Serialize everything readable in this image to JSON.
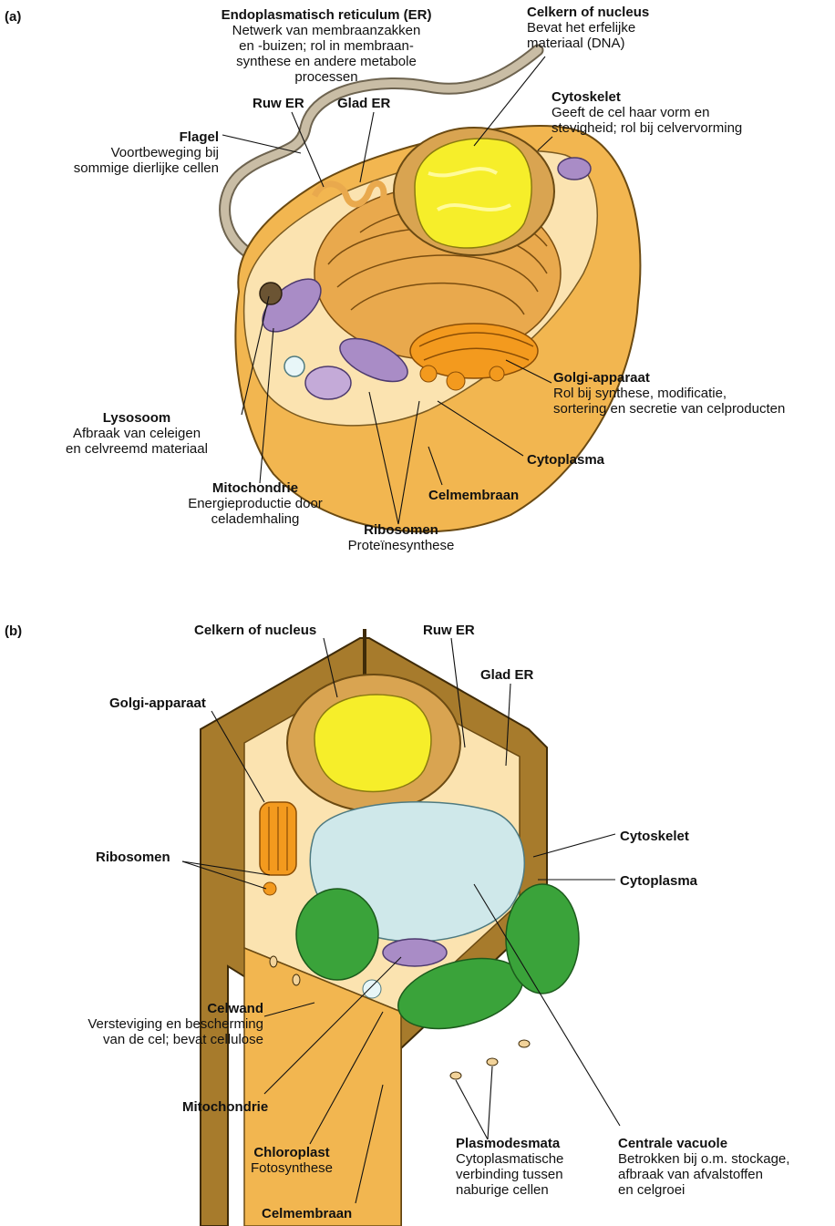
{
  "panel_a": {
    "tag": "(a)",
    "labels": {
      "er_title": "Endoplasmatisch reticulum (ER)",
      "er_desc": [
        "Netwerk van membraanzakken",
        "en -buizen; rol in membraan-",
        "synthese en andere metabole",
        "processen"
      ],
      "nucleus_title": "Celkern of nucleus",
      "nucleus_desc": [
        "Bevat het erfelijke",
        "materiaal (DNA)"
      ],
      "ruw_er": "Ruw ER",
      "glad_er": "Glad ER",
      "cytoskelet_title": "Cytoskelet",
      "cytoskelet_desc": [
        "Geeft de cel haar vorm en",
        "stevigheid; rol bij celvervorming"
      ],
      "flagel_title": "Flagel",
      "flagel_desc": [
        "Voortbeweging bij",
        "sommige dierlijke cellen"
      ],
      "golgi_title": "Golgi-apparaat",
      "golgi_desc": [
        "Rol bij synthese, modificatie,",
        "sortering en secretie van celproducten"
      ],
      "lysosoom_title": "Lysosoom",
      "lysosoom_desc": [
        "Afbraak van celeigen",
        "en celvreemd materiaal"
      ],
      "cytoplasma": "Cytoplasma",
      "mito_title": "Mitochondrie",
      "mito_desc": [
        "Energieproductie door",
        "celademhaling"
      ],
      "celmembraan": "Celmembraan",
      "ribo_title": "Ribosomen",
      "ribo_desc": "Proteïnesynthese"
    }
  },
  "panel_b": {
    "tag": "(b)",
    "labels": {
      "nucleus": "Celkern of nucleus",
      "ruw_er": "Ruw ER",
      "glad_er": "Glad ER",
      "golgi": "Golgi-apparaat",
      "cytoskelet": "Cytoskelet",
      "ribosomen": "Ribosomen",
      "cytoplasma": "Cytoplasma",
      "celwand_title": "Celwand",
      "celwand_desc": [
        "Versteviging en bescherming",
        "van de cel; bevat cellulose"
      ],
      "mito": "Mitochondrie",
      "chloro_title": "Chloroplast",
      "chloro_desc": "Fotosynthese",
      "plasmo_title": "Plasmodesmata",
      "plasmo_desc": [
        "Cytoplasmatische",
        "verbinding tussen",
        "naburige cellen"
      ],
      "vacuole_title": "Centrale vacuole",
      "vacuole_desc": [
        "Betrokken bij o.m. stockage,",
        "afbraak van afvalstoffen",
        "en celgroei"
      ],
      "celmembraan": "Celmembraan"
    }
  },
  "colors": {
    "membrane": "#f2b650",
    "cytoplasm": "#fbe3b0",
    "nucleus": "#f6ee2a",
    "er": "#e9a94d",
    "golgi": "#f39a1e",
    "mitochondria": "#a98cc6",
    "flagellum": "#c9bda5",
    "cellwall": "#a77b2c",
    "vacuole": "#cfe8ea",
    "chloroplast": "#3aa33a"
  }
}
